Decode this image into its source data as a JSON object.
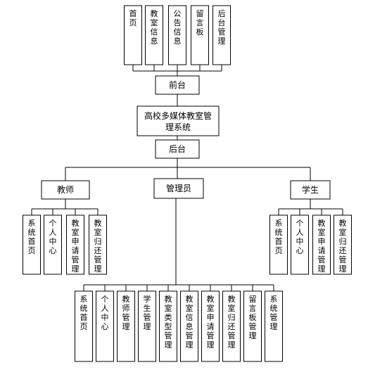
{
  "diagram": {
    "root": {
      "lines": [
        "高校多媒体教室管",
        "理系统"
      ]
    },
    "frontend": {
      "label": "前台",
      "children": [
        "首页",
        "教室信息",
        "公告信息",
        "留言板",
        "后台管理"
      ]
    },
    "backend": {
      "label": "后台",
      "roles": {
        "teacher": {
          "label": "教师",
          "children": [
            "系统首页",
            "个人中心",
            "教室申请管理",
            "教室归还管理"
          ]
        },
        "admin": {
          "label": "管理员",
          "children": [
            "系统首页",
            "个人中心",
            "教师管理",
            "学生管理",
            "教室类型管理",
            "教室信息管理",
            "教室申请管理",
            "教室归还管理",
            "留言板管理",
            "系统管理"
          ]
        },
        "student": {
          "label": "学生",
          "children": [
            "系统首页",
            "个人中心",
            "教室申请管理",
            "教室归还管理"
          ]
        }
      }
    }
  }
}
